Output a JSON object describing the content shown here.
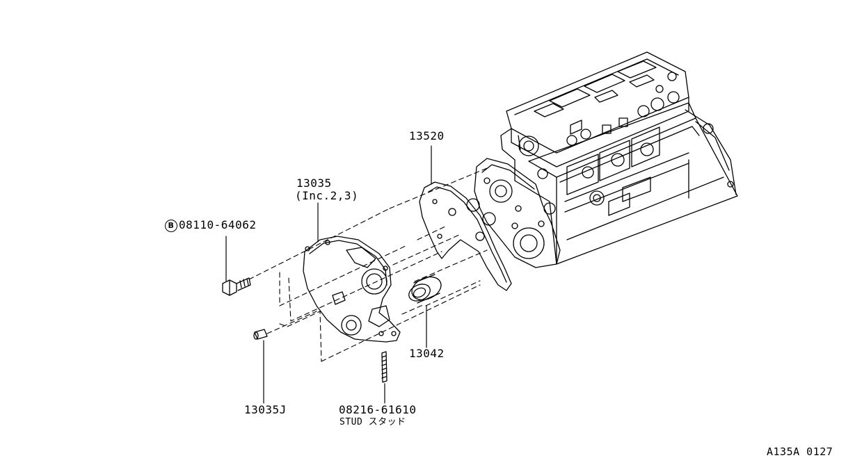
{
  "parts": [
    {
      "key": "p13520",
      "number": "13520"
    },
    {
      "key": "p13035",
      "number": "13035",
      "note": "(Inc.2,3)"
    },
    {
      "key": "p08110",
      "badge": "B",
      "number": "08110-64062"
    },
    {
      "key": "p13042",
      "number": "13042"
    },
    {
      "key": "p13035J",
      "number": "13035J"
    },
    {
      "key": "p08216",
      "number": "08216-61610",
      "note": "STUD スタッド"
    }
  ],
  "diagram_code": "A135A 0127",
  "colors": {
    "line": "#000000",
    "background": "#ffffff"
  }
}
